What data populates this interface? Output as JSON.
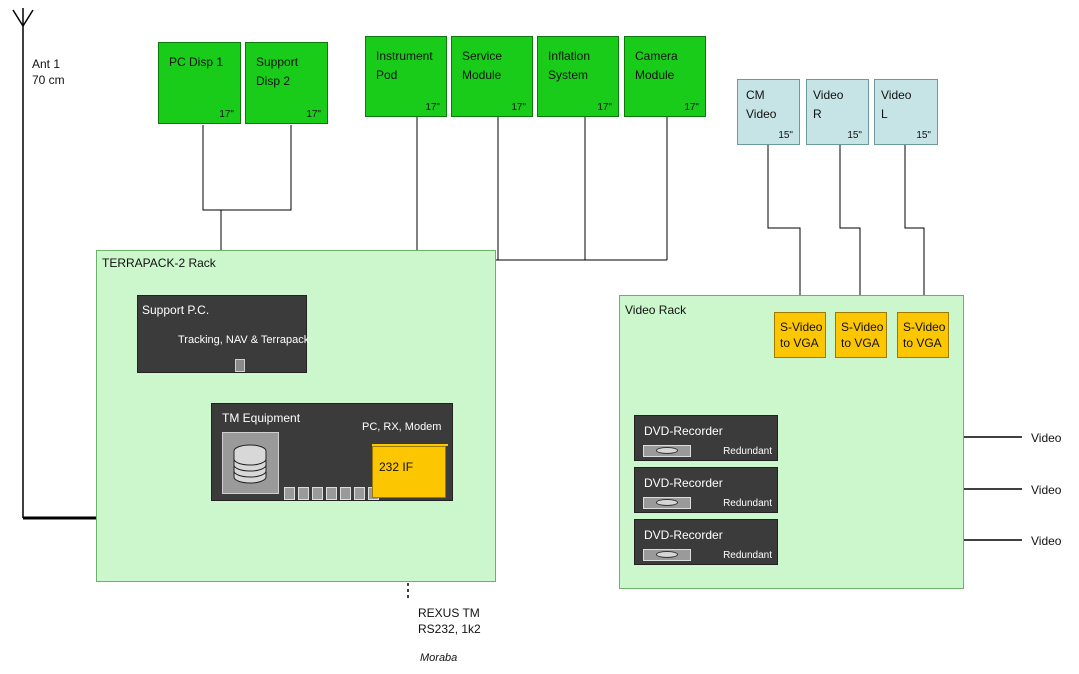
{
  "antenna": {
    "label": "Ant 1\n70 cm"
  },
  "monitors_left": [
    {
      "label": "PC Disp 1",
      "size": "17\""
    },
    {
      "label": "Support\nDisp 2",
      "size": "17\""
    }
  ],
  "monitors_center": [
    {
      "label": "Instrument\nPod",
      "size": "17\""
    },
    {
      "label": "Service\nModule",
      "size": "17\""
    },
    {
      "label": "Inflation\nSystem",
      "size": "17\""
    },
    {
      "label": "Camera\nModule",
      "size": "17\""
    }
  ],
  "monitors_video": [
    {
      "label": "CM\nVideo",
      "size": "15\""
    },
    {
      "label": "Video\nR",
      "size": "15\""
    },
    {
      "label": "Video\nL",
      "size": "15\""
    }
  ],
  "terrapack_rack": {
    "title": "TERRAPACK-2 Rack",
    "support_pc": {
      "title": "Support P.C.",
      "subtitle": "Tracking, NAV & Terrapack"
    },
    "tm_equipment": {
      "title": "TM Equipment",
      "subtitle": "PC, RX, Modem",
      "if_label": "232 IF"
    }
  },
  "rexus": {
    "label": "REXUS TM\nRS232, 1k2",
    "source": "Moraba"
  },
  "video_rack": {
    "title": "Video Rack",
    "converters": [
      "S-Video\nto VGA",
      "S-Video\nto VGA",
      "S-Video\nto VGA"
    ],
    "recorders": [
      {
        "title": "DVD-Recorder",
        "note": "Redundant"
      },
      {
        "title": "DVD-Recorder",
        "note": "Redundant"
      },
      {
        "title": "DVD-Recorder",
        "note": "Redundant"
      }
    ],
    "inputs": [
      "Video",
      "Video",
      "Video"
    ]
  }
}
